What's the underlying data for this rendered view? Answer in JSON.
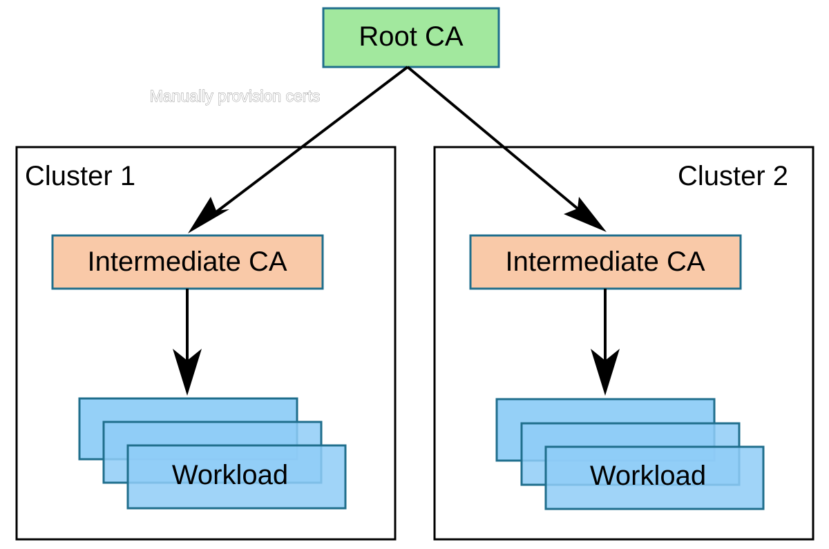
{
  "diagram": {
    "root": {
      "label": "Root CA"
    },
    "edge_label": "Manually provision certs",
    "clusters": [
      {
        "title": "Cluster 1",
        "intermediate_label": "Intermediate CA",
        "workload_label": "Workload"
      },
      {
        "title": "Cluster 2",
        "intermediate_label": "Intermediate CA",
        "workload_label": "Workload"
      }
    ],
    "colors": {
      "root_fill": "#a2e89e",
      "intermediate_fill": "#f9c9a8",
      "workload_fill": "#8fcdf7",
      "box_border": "#1f6e8c",
      "arrow": "#000000",
      "cluster_border": "#000000"
    }
  }
}
